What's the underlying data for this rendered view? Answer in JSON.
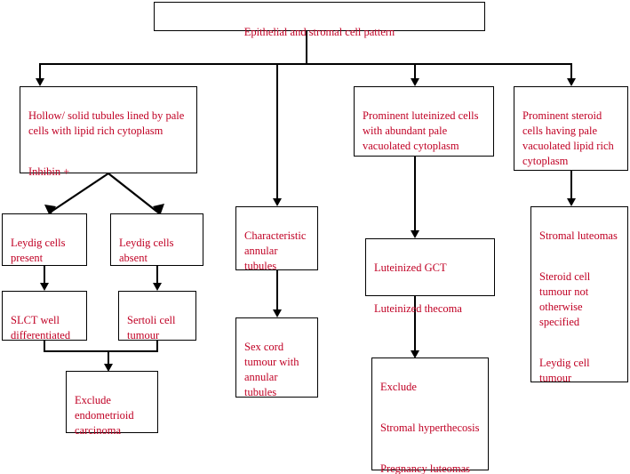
{
  "diagram": {
    "title": "Epithelial and stromal cell pattern",
    "root": {
      "label": "Epithelial and stromal cell pattern"
    },
    "branches": [
      {
        "id": "branch-hollow-solid-tubules",
        "label": "Hollow/ solid tubules lined by pale cells with lipid rich cytoplasm",
        "line1": "Hollow/ solid tubules lined by pale cells with lipid rich cytoplasm",
        "line2": "Inhibin +",
        "children": [
          {
            "id": "leydig-cells-present",
            "label": "Leydig cells present",
            "child": {
              "id": "slct-well-differentiated",
              "label": "SLCT well differentiated"
            }
          },
          {
            "id": "leydig-cells-absent",
            "label": "Leydig cells absent",
            "child": {
              "id": "sertoli-cell-tumour",
              "label": "Sertoli cell tumour"
            }
          }
        ],
        "terminal": {
          "id": "exclude-endometrioid-carcinoma",
          "label": "Exclude endometrioid carcinoma"
        }
      },
      {
        "id": "branch-characteristic-annular-tubules",
        "label": "Characteristic annular tubules",
        "terminal": {
          "id": "sex-cord-tumour-annular-tubules",
          "label": "Sex cord tumour with annular tubules"
        }
      },
      {
        "id": "branch-prominent-luteinized-cells",
        "label": "Prominent luteinized cells with abundant pale vacuolated cytoplasm",
        "child": {
          "id": "luteinized-gct",
          "line1": "Luteinized GCT",
          "line2": "Luteinized thecoma"
        },
        "terminal": {
          "id": "exclude-stromal-hyperthecosis",
          "line1": "Exclude",
          "line2": "Stromal hyperthecosis",
          "line3": "Pregnancy luteomas"
        }
      },
      {
        "id": "branch-prominent-steroid-cells",
        "label": "Prominent steroid cells having pale vacuolated lipid rich cytoplasm",
        "terminal": {
          "id": "stromal-luteomas",
          "line1": "Stromal luteomas",
          "line2": "Steroid cell tumour not otherwise specified",
          "line3": "Leydig cell tumour"
        }
      }
    ],
    "colors": {
      "text": "#c00024",
      "border": "#000000",
      "background": "#ffffff"
    }
  }
}
